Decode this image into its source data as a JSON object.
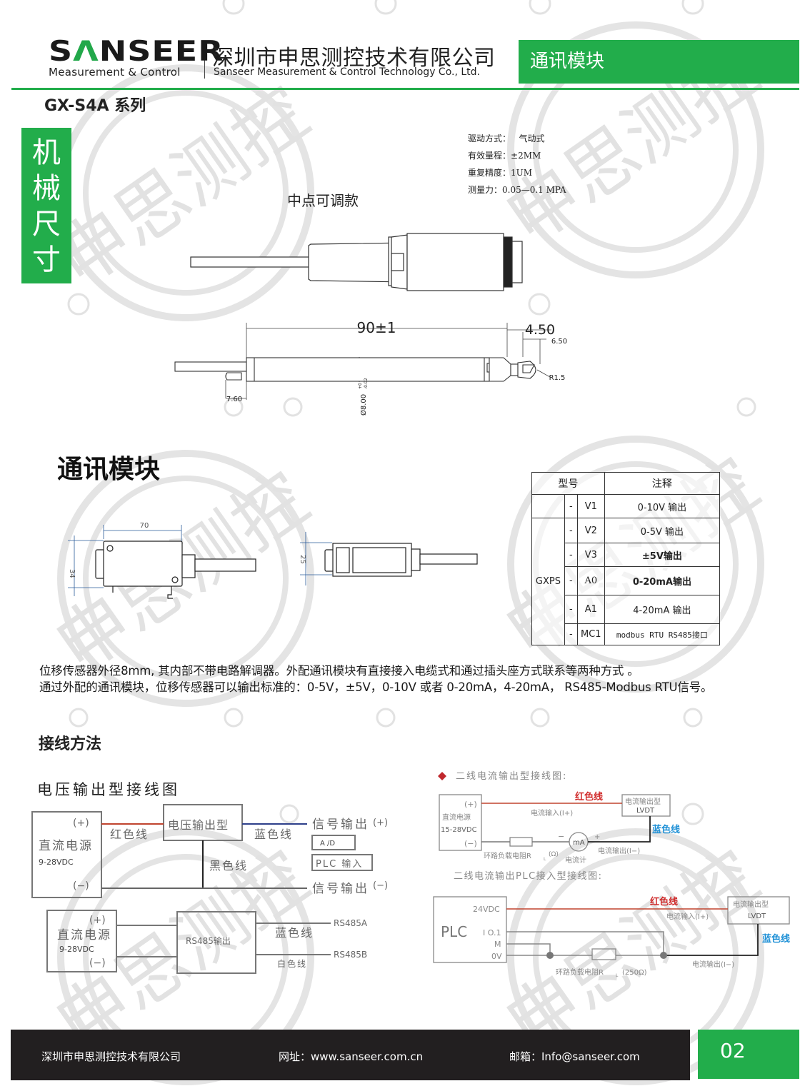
{
  "header": {
    "logo_text_pre": "S",
    "logo_text_a": "Λ",
    "logo_text_post": "NSEER",
    "logo_subtitle": "Measurement & Control",
    "company_cn": "深圳市申思测控技术有限公司",
    "company_en": "Sanseer Measurement & Control Technology Co., Ltd.",
    "section_tab": "通讯模块",
    "brand_color": "#22ad4b"
  },
  "series_title": "GX-S4A 系列",
  "side_tab": [
    "机",
    "械",
    "尺",
    "寸"
  ],
  "specs": [
    {
      "label": "驱动方式：",
      "value": "气动式"
    },
    {
      "label": "有效量程：",
      "value": "±2MM"
    },
    {
      "label": "重复精度：",
      "value": "1UM"
    },
    {
      "label": "测量力：",
      "value": "0.05—0.1 MPA"
    }
  ],
  "drawing": {
    "midpoint_label": "中点可调款",
    "dim_length": "90±1",
    "dim_tip": "4.50",
    "dim_tip2": "6.50",
    "dim_radius": "R1.5",
    "dim_tail": "7.60",
    "dim_diameter": "Ø8.00",
    "dim_tol_upper": "+0",
    "dim_tol_lower": "-0.02"
  },
  "comm_module": {
    "title": "通讯模块",
    "dim_width": "70",
    "dim_height": "34",
    "dim_height2": "25"
  },
  "model_table": {
    "headers": [
      "型号",
      "注释"
    ],
    "prefix": "GXPS",
    "rows": [
      {
        "sep": "-",
        "code": "V1",
        "note": "0-10V 输出"
      },
      {
        "sep": "-",
        "code": "V2",
        "note": "0-5V 输出"
      },
      {
        "sep": "-",
        "code": "V3",
        "note": "±5V输出"
      },
      {
        "sep": "-",
        "code": "A0",
        "note": "0-20mA输出"
      },
      {
        "sep": "-",
        "code": "A1",
        "note": "4-20mA 输出"
      },
      {
        "sep": "-",
        "code": "MC1",
        "note": "modbus RTU   RS485接口"
      }
    ]
  },
  "description": [
    "位移传感器外径8mm, 其内部不带电路解调器。外配通讯模块有直接接入电缆式和通过插头座方式联系等两种方式 。",
    "通过外配的通讯模块，位移传感器可以输出标准的：0-5V，±5V，0-10V 或者 0-20mA，4-20mA， RS485-Modbus RTU信号。"
  ],
  "wiring": {
    "title": "接线方法",
    "voltage": {
      "title": "电压输出型接线图",
      "psu_plus": "(+)",
      "psu_label": "直流电源",
      "psu_range": "9-28VDC",
      "psu_minus": "(−)",
      "module_label": "电压输出型",
      "red_wire": "红色线",
      "blue_wire": "蓝色线",
      "black_wire": "黑色线",
      "signal_plus": "信号输出",
      "signal_plus_sym": "(+)",
      "ad": "A /D",
      "plc_input": "PLC  输入",
      "signal_minus": "信号输出",
      "signal_minus_sym": "(−)"
    },
    "rs485": {
      "psu_plus": "(+)",
      "psu_label": "直流电源",
      "psu_range": "9-28VDC",
      "psu_minus": "(−)",
      "module_label": "RS485输出",
      "line_a": "RS485A",
      "line_b": "RS485B",
      "blue_wire": "蓝色线",
      "white_wire": "白色线"
    },
    "current2": {
      "title": "二线电流输出型接线图:",
      "psu_plus": "(+)",
      "psu_label": "直流电源",
      "psu_range": "15-28VDC",
      "psu_minus": "(−)",
      "red_wire": "红色线",
      "current_in": "电流输入(I+)",
      "device_line1": "电流输出型",
      "device_line2": "LVDT",
      "blue_wire": "蓝色线",
      "meter": "mA",
      "meter_minus": "−",
      "meter_plus": "+",
      "current_out": "电流输出(I−)",
      "load": "环路负载电阻R",
      "load_sub": "L",
      "load_unit": "(Ω)",
      "meter_label": "电流计"
    },
    "plc": {
      "title": "二线电流输出PLC接入型接线图:",
      "plc_label": "PLC",
      "pin_24v": "24VDC",
      "pin_io": "I O.1",
      "pin_m": "M",
      "pin_0v": "0V",
      "red_wire": "红色线",
      "current_in": "电流输入(I+)",
      "device_line1": "电流输出型",
      "device_line2": "LVDT",
      "blue_wire": "蓝色线",
      "current_out": "电流输出(I−)",
      "load": "环路负载电阻R",
      "load_sub": "L",
      "load_unit": "(250Ω)"
    }
  },
  "footer": {
    "company": "深圳市申思测控技术有限公司",
    "website": "网址：www.sanseer.com.cn",
    "email": "邮箱：Info@sanseer.com",
    "page": "02"
  },
  "watermark_text": "申思测控"
}
